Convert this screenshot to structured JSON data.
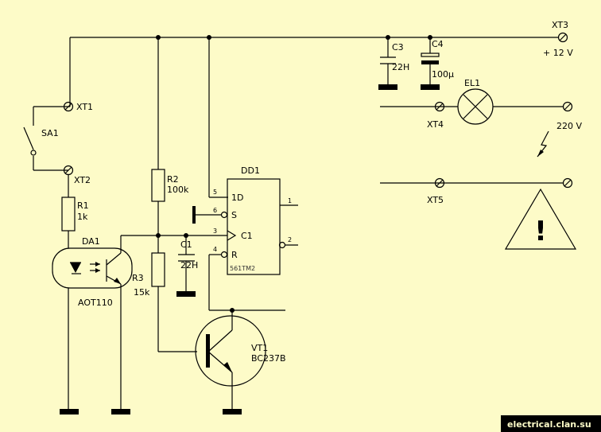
{
  "components": {
    "xt1": "XT1",
    "xt2": "XT2",
    "xt3": "XT3",
    "xt4": "XT4",
    "xt5": "XT5",
    "sa1": "SA1",
    "r1": "R1",
    "r1_value": "1k",
    "da1": "DA1",
    "da1_type": "AOT110",
    "r2": "R2",
    "r2_value": "100k",
    "r3": "R3",
    "r3_value": "15k",
    "c1": "C1",
    "c1_value": "22H",
    "c3": "C3",
    "c3_value": "22H",
    "c4": "C4",
    "c4_value": "100µ",
    "dd1": "DD1",
    "dd1_type": "561TM2",
    "dd1_1d": "1D",
    "dd1_s": "S",
    "dd1_c1": "C1",
    "dd1_r": "R",
    "pin_5": "5",
    "pin_6": "6",
    "pin_3": "3",
    "pin_4": "4",
    "pin_1": "1",
    "pin_2": "2",
    "vt1": "VT1",
    "vt1_type": "BC237B",
    "el1": "EL1",
    "supply_12v": "+ 12 V",
    "mains_220v": "220 V",
    "warning_mark": "!"
  },
  "watermark": "electrical.clan.su"
}
